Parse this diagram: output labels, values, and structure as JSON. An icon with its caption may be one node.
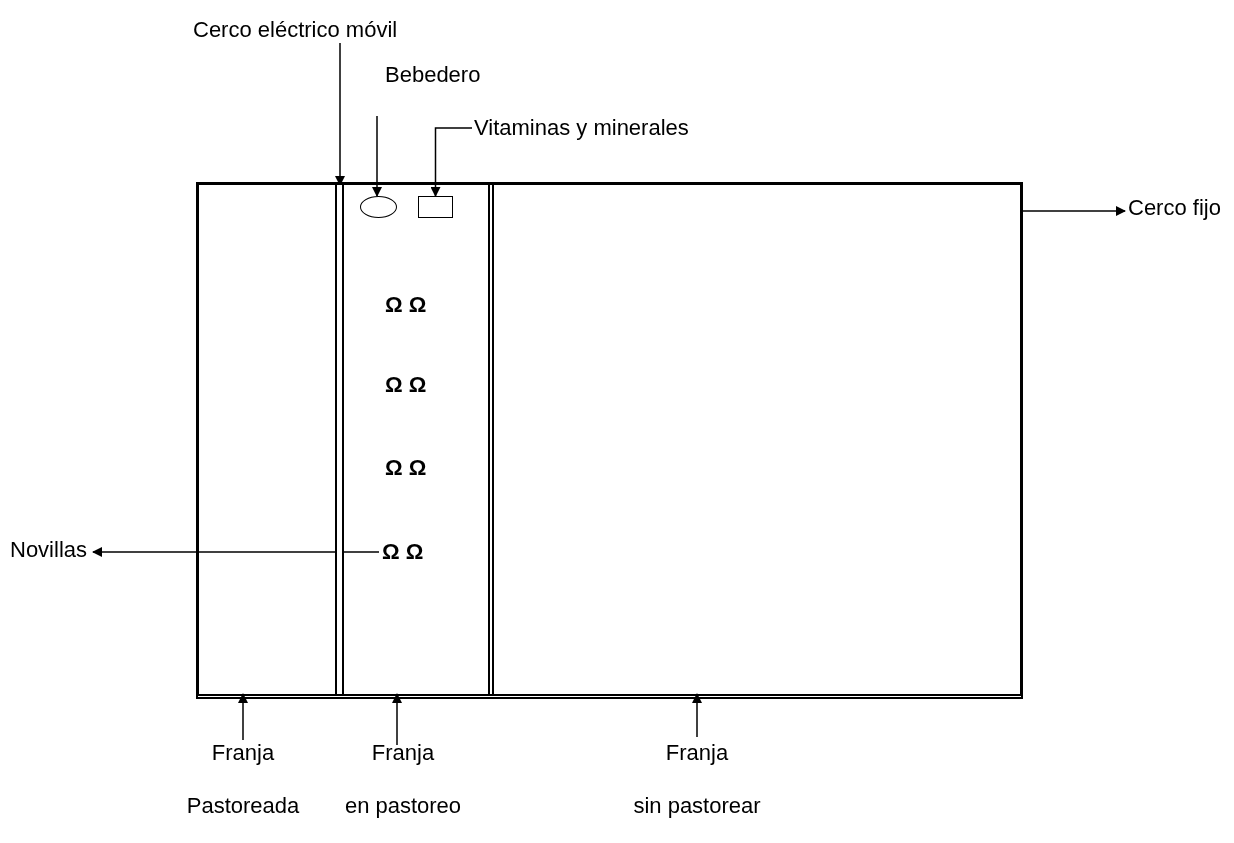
{
  "diagram": {
    "nodes": [
      {
        "text": [
          "Cerco eléctrico móvil"
        ]
      },
      {
        "text": [
          "Bebedero"
        ]
      },
      {
        "text": [
          "Vitaminas y minerales"
        ]
      },
      {
        "text": [
          "Cerco fijo"
        ]
      },
      {
        "text": [
          "Novillas"
        ]
      },
      {
        "text": [
          "Franja Pastoreada"
        ]
      },
      {
        "text": [
          "Franja en pastoreo"
        ]
      },
      {
        "text": [
          "Franja sin pastorear"
        ]
      },
      {
        "text": [],
        "shape": "box"
      },
      {
        "text": [],
        "shape": "box",
        "in": 8
      },
      {
        "text": [],
        "shape": "bar",
        "in": 8
      },
      {
        "text": [],
        "shape": "box",
        "in": 8
      },
      {
        "text": [],
        "shape": "circle",
        "in": 11
      },
      {
        "text": [],
        "shape": "box",
        "in": 11
      },
      {
        "text": [
          "Ω Ω"
        ],
        "in": 11
      },
      {
        "text": [
          "Ω Ω"
        ],
        "in": 11
      },
      {
        "text": [
          "Ω Ω"
        ],
        "in": 11
      },
      {
        "text": [
          "Ω Ω"
        ],
        "in": 11
      },
      {
        "text": [],
        "shape": "box",
        "in": 8
      }
    ],
    "edges": [
      {
        "from": 0,
        "to": 10,
        "arrow": "to"
      },
      {
        "from": 1,
        "to": 12,
        "arrow": "to"
      },
      {
        "from": 2,
        "to": 13,
        "arrow": "to"
      },
      {
        "from": 8,
        "to": 3,
        "arrow": "to"
      },
      {
        "from": 17,
        "to": 4,
        "arrow": "to"
      },
      {
        "from": 5,
        "to": 9,
        "arrow": "to"
      },
      {
        "from": 6,
        "to": 11,
        "arrow": "to"
      },
      {
        "from": 7,
        "to": 18,
        "arrow": "to"
      }
    ]
  }
}
